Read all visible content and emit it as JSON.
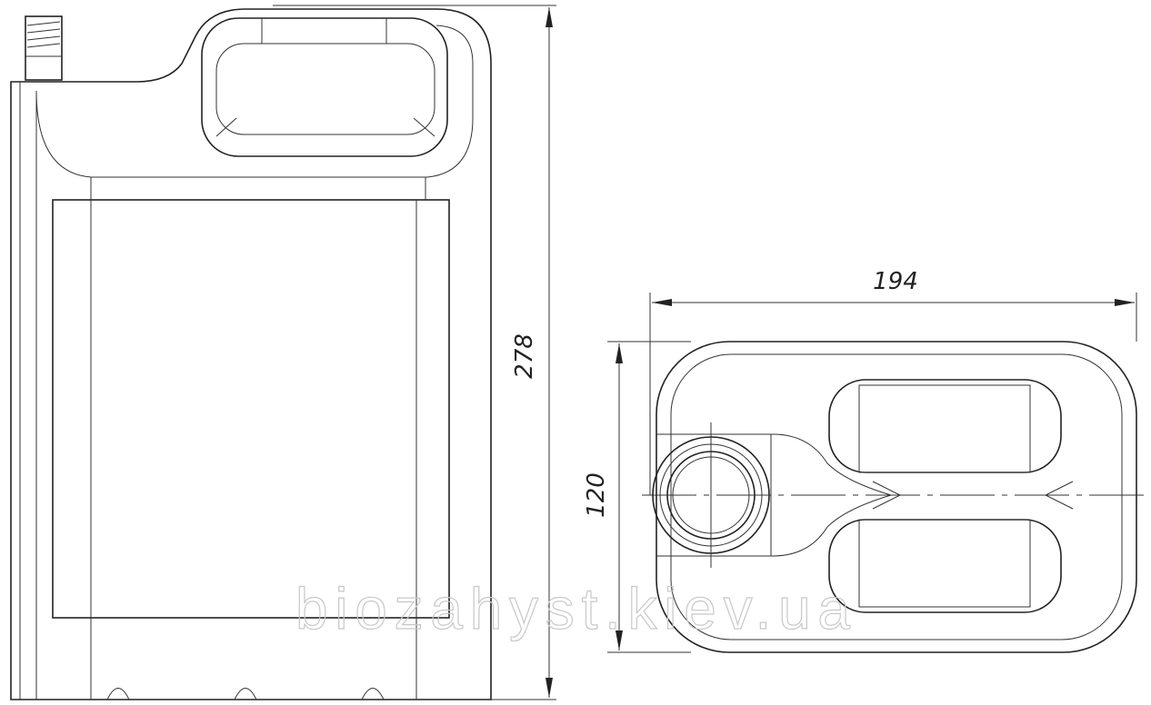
{
  "drawing": {
    "front_view": {
      "height_dimension": "278"
    },
    "top_view": {
      "width_dimension": "194",
      "depth_dimension": "120"
    },
    "watermark": "biozahyst.kiev.ua",
    "line_color": "#222222"
  }
}
